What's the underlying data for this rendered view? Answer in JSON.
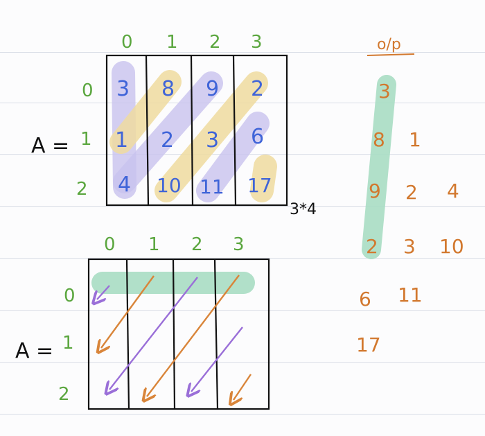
{
  "colors": {
    "green": "#5aa63e",
    "blue": "#3f64d8",
    "orange": "#d2782e",
    "purple_highlight": "#c9c3ef",
    "yellow_highlight": "#f0dca0",
    "teal_highlight": "#a9ddc4",
    "purple_arrow": "#9a6fd8",
    "orange_arrow": "#d9853a"
  },
  "top_matrix": {
    "label": "A =",
    "col_indices": [
      "0",
      "1",
      "2",
      "3"
    ],
    "row_indices": [
      "0",
      "1",
      "2"
    ],
    "rows": [
      [
        "3",
        "8",
        "9",
        "2"
      ],
      [
        "1",
        "2",
        "3",
        "6"
      ],
      [
        "4",
        "10",
        "11",
        "17"
      ]
    ],
    "size_note": "3*4"
  },
  "bottom_matrix": {
    "label": "A =",
    "col_indices": [
      "0",
      "1",
      "2",
      "3"
    ],
    "row_indices": [
      "0",
      "1",
      "2"
    ]
  },
  "output": {
    "header": "o/p",
    "rows": [
      [
        "3"
      ],
      [
        "8",
        "1"
      ],
      [
        "9",
        "2",
        "4"
      ],
      [
        "2",
        "3",
        "10"
      ],
      [
        "6",
        "11"
      ],
      [
        "17"
      ]
    ]
  }
}
